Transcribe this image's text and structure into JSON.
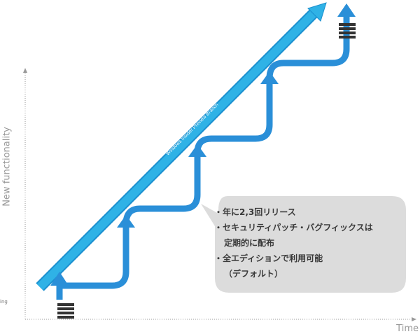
{
  "axes": {
    "y_label": "New functionality",
    "x_label": "Time",
    "left_fragment": "ing"
  },
  "diagonal_arrow": {
    "label": "Windows Insider Preview Branch"
  },
  "callout": {
    "items": [
      {
        "text": "年に2,3回リリース"
      },
      {
        "text": "セキュリティパッチ・バグフィックスは",
        "continuation": "定期的に配布"
      },
      {
        "text": "全エディションで利用可能",
        "continuation": "（デフォルト）"
      }
    ]
  },
  "colors": {
    "diagonal": "#2fb2e6",
    "diagonal_edge": "#1a8fcf",
    "steps": "#2a8fd8",
    "callout_bg": "#dcdcdc",
    "server_icon": "#333333",
    "axis": "#999999"
  },
  "icons": [
    "server-stack-icon",
    "server-stack-icon"
  ]
}
